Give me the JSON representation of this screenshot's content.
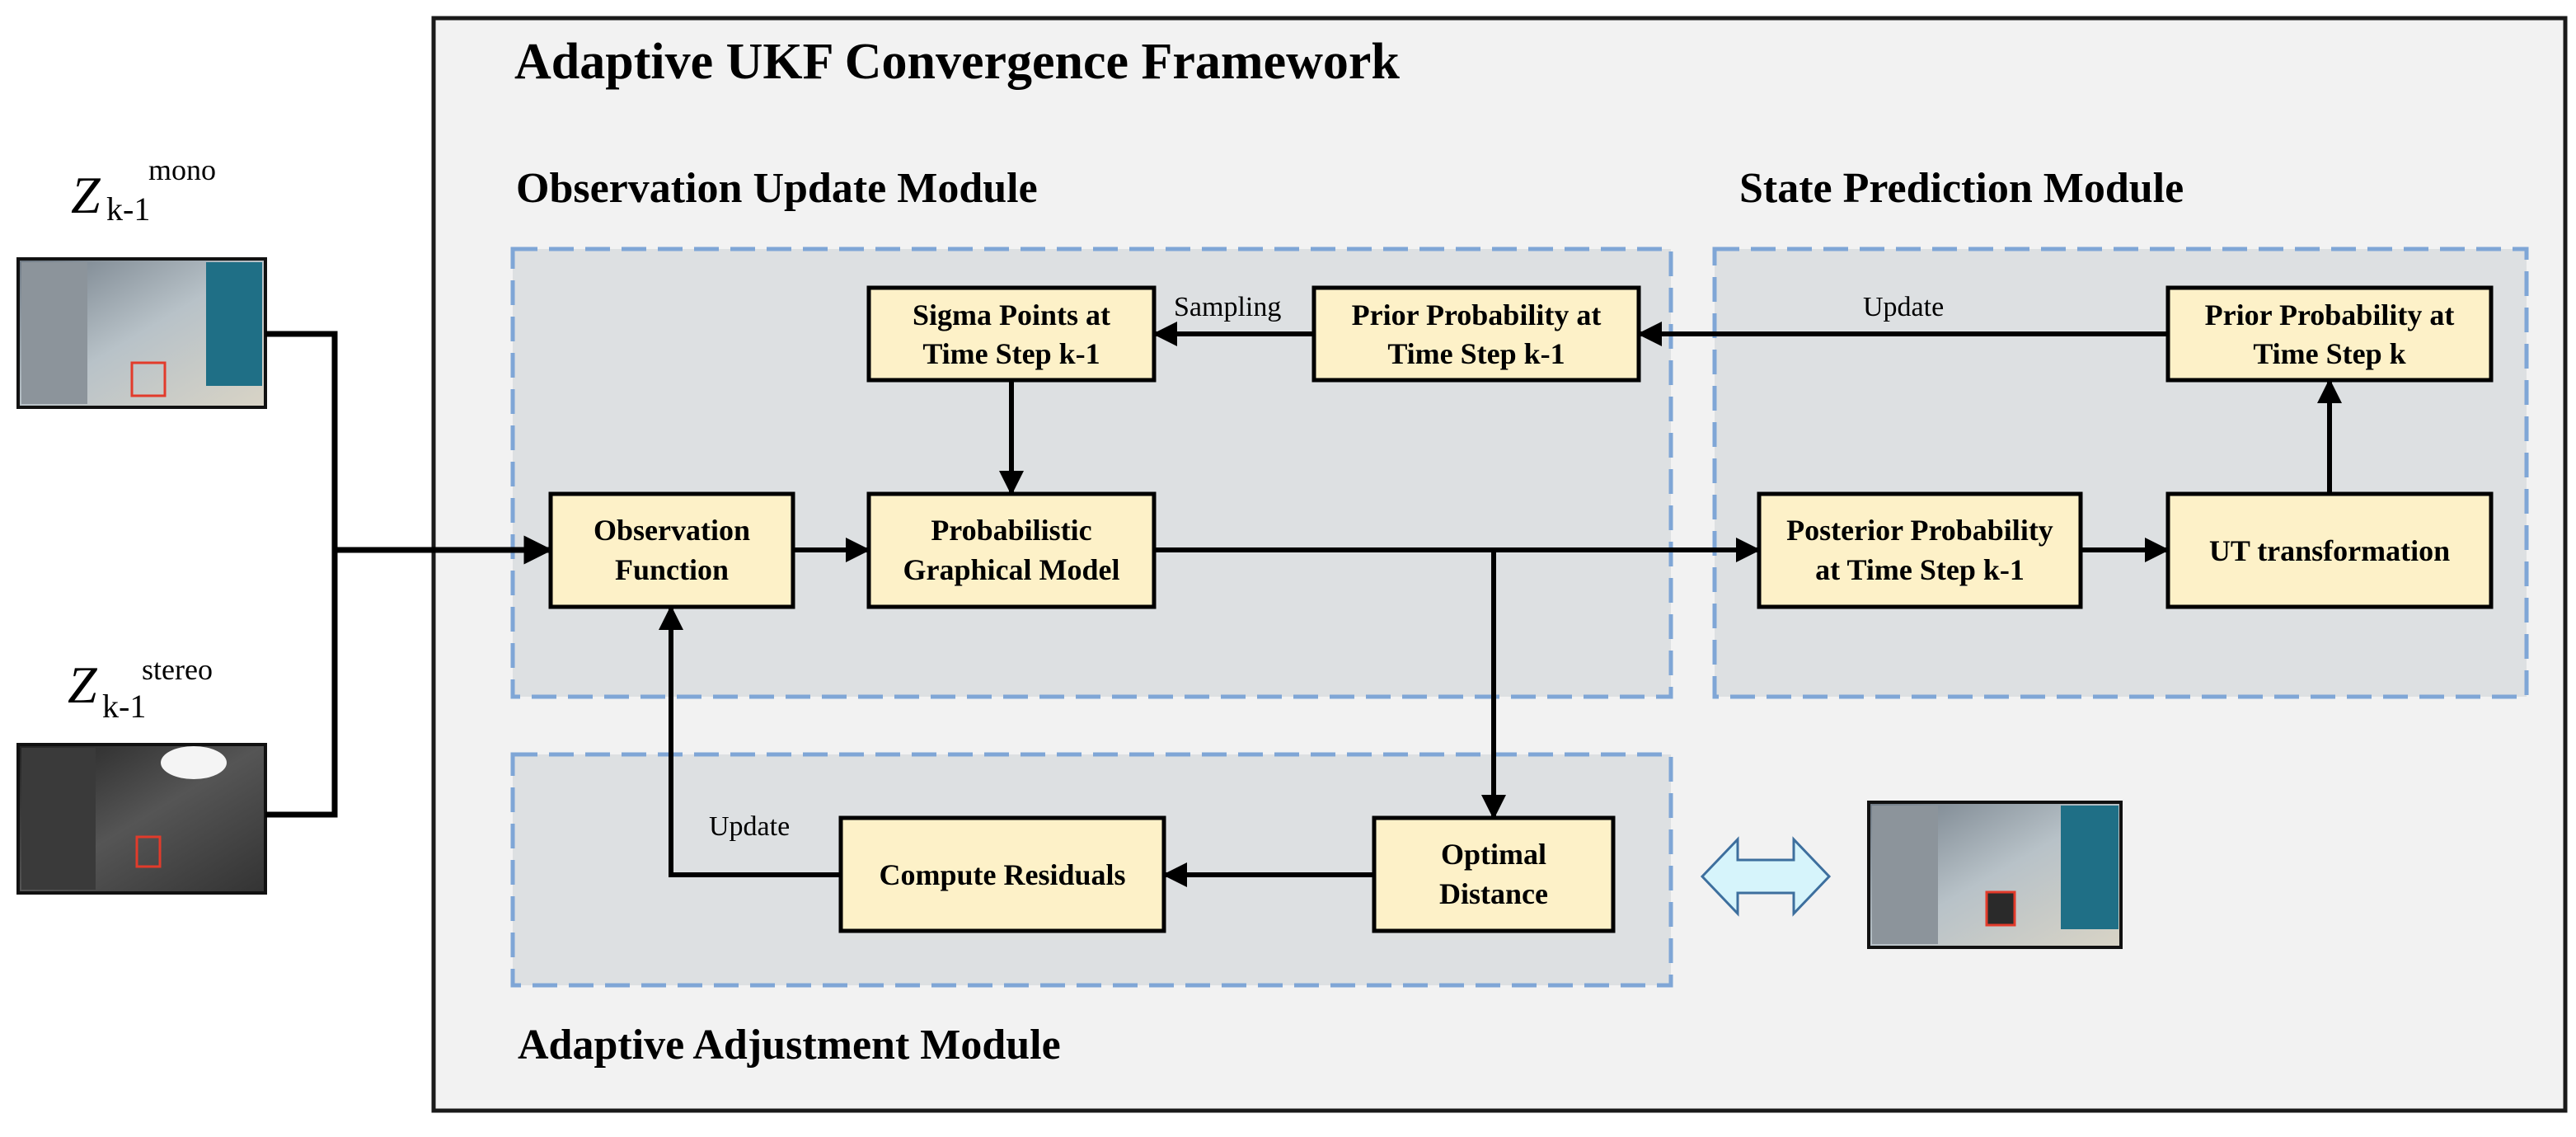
{
  "framework": {
    "title": "Adaptive UKF Convergence Framework"
  },
  "modules": {
    "observation_update": "Observation Update Module",
    "state_prediction": "State Prediction Module",
    "adaptive_adjustment": "Adaptive Adjustment Module"
  },
  "inputs": {
    "mono": {
      "symbol": "Z",
      "subscript": "k-1",
      "superscript": "mono"
    },
    "stereo": {
      "symbol": "Z",
      "subscript": "k-1",
      "superscript": "stereo"
    }
  },
  "boxes": {
    "observation_function": [
      "Observation",
      "Function"
    ],
    "probabilistic_model": [
      "Probabilistic",
      "Graphical Model"
    ],
    "sigma_points": [
      "Sigma Points at",
      "Time Step k-1"
    ],
    "prior_k1": [
      "Prior Probability at",
      "Time Step k-1"
    ],
    "prior_k": [
      "Prior Probability at",
      "Time Step k"
    ],
    "ut_transformation": [
      "UT transformation"
    ],
    "posterior_k1": [
      "Posterior Probability",
      "at Time Step k-1"
    ],
    "optimal_distance": [
      "Optimal",
      "Distance"
    ],
    "compute_residuals": [
      "Compute Residuals"
    ]
  },
  "edge_labels": {
    "sampling": "Sampling",
    "update_prediction": "Update",
    "update_adjustment": "Update"
  },
  "colors": {
    "box_fill": "#fdf1c8",
    "module_fill": "#dde0e2",
    "frame_fill": "#f2f2f2",
    "dashed_border": "#7fa6d6",
    "double_arrow_fill": "#d6f4fb",
    "double_arrow_stroke": "#3d6f9e"
  }
}
